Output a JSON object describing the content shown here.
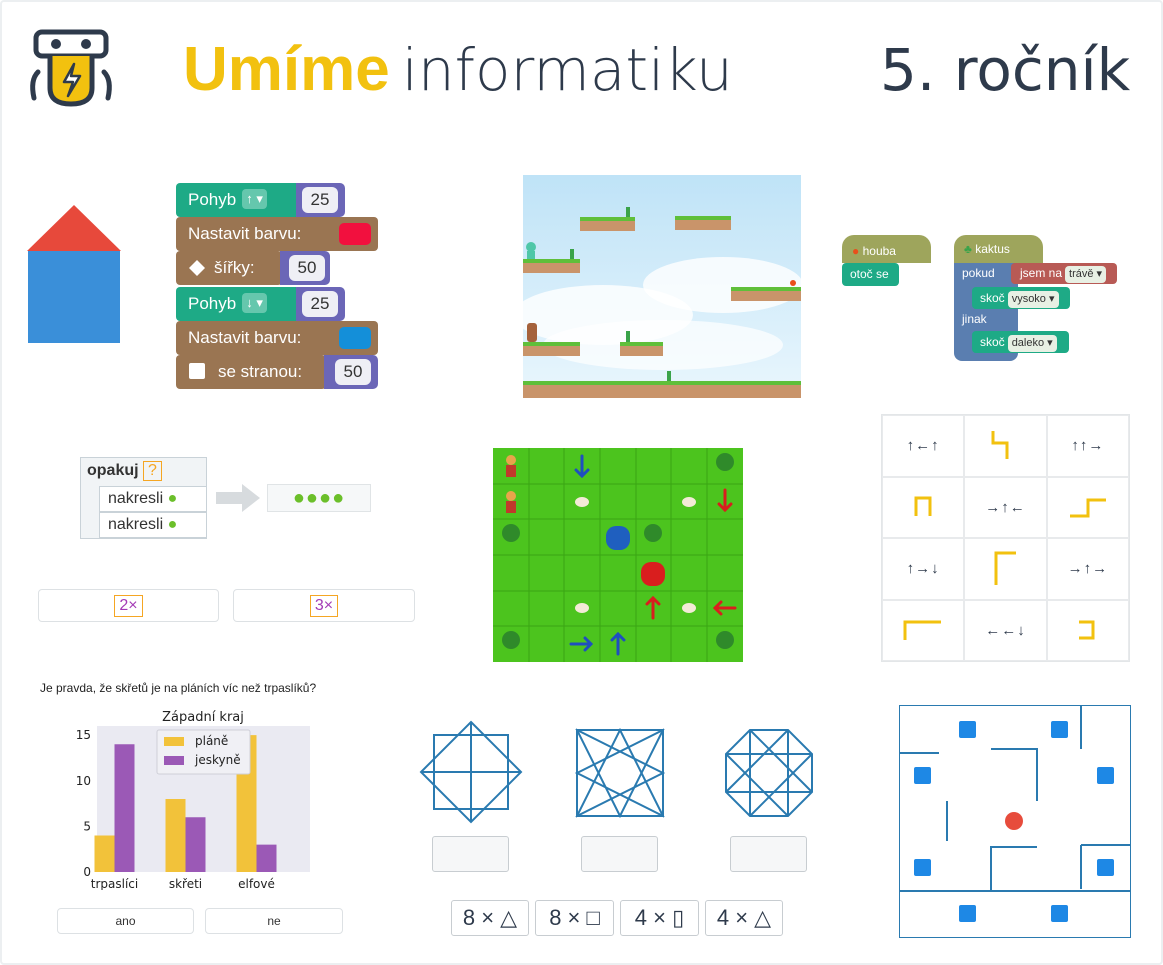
{
  "header": {
    "brand_bold": "Umíme",
    "brand_regular": "informatiku",
    "grade": "5. ročník"
  },
  "colors": {
    "brand_yellow": "#f2c10f",
    "dark": "#2e3a4b",
    "block_green": "#1eaa86",
    "block_brown": "#9a7552",
    "block_purple": "#6b66b7"
  },
  "turtle_blocks": [
    {
      "label": "Pohyb",
      "dd": "↑ ▾",
      "value": "25"
    },
    {
      "label": "Nastavit barvu:",
      "color": "#f2103e"
    },
    {
      "label": "šířky:",
      "value": "50"
    },
    {
      "label": "Pohyb",
      "dd": "↓ ▾",
      "value": "25"
    },
    {
      "label": "Nastavit barvu:",
      "color": "#148fd9"
    },
    {
      "label": "se stranou:",
      "value": "50"
    }
  ],
  "event_blocks": {
    "houba": "houba",
    "otoc": "otoč se",
    "kaktus": "kaktus",
    "pokud": "pokud",
    "jsem_na": "jsem na",
    "trave": "trávě ▾",
    "skoc1": "skoč",
    "vysoko": "vysoko ▾",
    "jinak": "jinak",
    "skoc2": "skoč",
    "daleko": "daleko ▾"
  },
  "repeat": {
    "opakuj": "opakuj",
    "q": "?",
    "nakresli1": "nakresli",
    "nakresli2": "nakresli",
    "opt1": "2×",
    "opt2": "3×"
  },
  "arrows": [
    "↑←↑",
    "",
    "↑↑→",
    "",
    "→↑←",
    "",
    "↑→↓",
    "",
    "→↑→",
    "",
    "←←↓",
    ""
  ],
  "question": "Je pravda, že skřetů je na pláních víc než trpaslíků?",
  "chart_data": {
    "type": "bar",
    "title": "Západní kraj",
    "categories": [
      "trpaslíci",
      "skřeti",
      "elfové"
    ],
    "series": [
      {
        "name": "pláně",
        "values": [
          4,
          8,
          15
        ],
        "color": "#f2c23a"
      },
      {
        "name": "jeskyně",
        "values": [
          14,
          6,
          3
        ],
        "color": "#9b59b6"
      }
    ],
    "yticks": [
      0,
      5,
      10,
      15
    ],
    "ylim": [
      0,
      16
    ],
    "legend": "top-center",
    "grid": false
  },
  "yes_no": {
    "yes": "ano",
    "no": "ne"
  },
  "shape_answers": [
    "8 × △",
    "8 × □",
    "4 × ▯",
    "4 × △"
  ]
}
